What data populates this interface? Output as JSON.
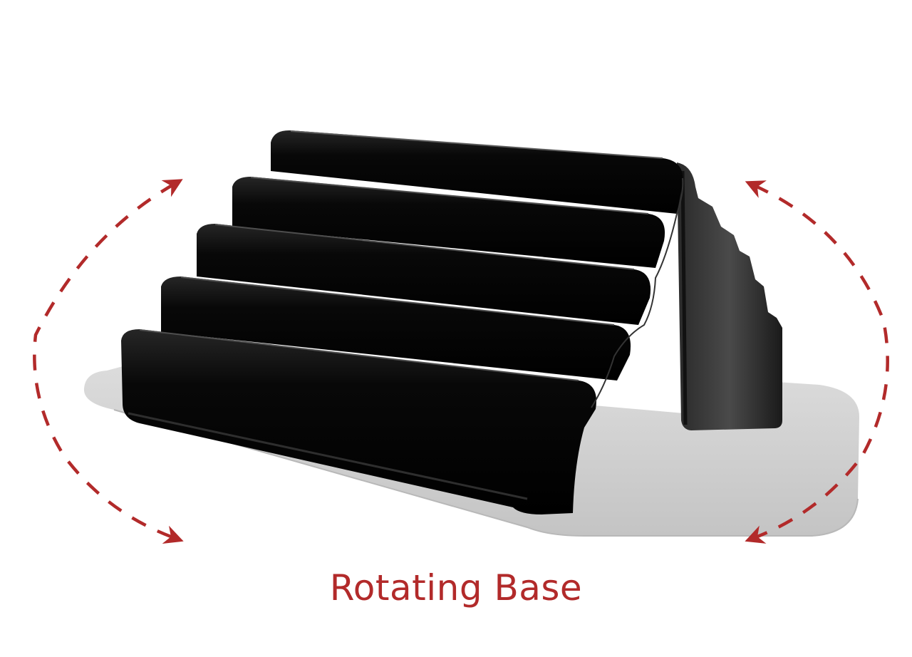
{
  "caption": "Rotating Base",
  "colors": {
    "accent": "#b22a2a",
    "base": "#d0d0d0",
    "organizer": "#0c0c0c",
    "background": "#ffffff"
  },
  "icons": {
    "left_arc": "dashed-arc-arrow-left",
    "right_arc": "dashed-arc-arrow-right"
  }
}
